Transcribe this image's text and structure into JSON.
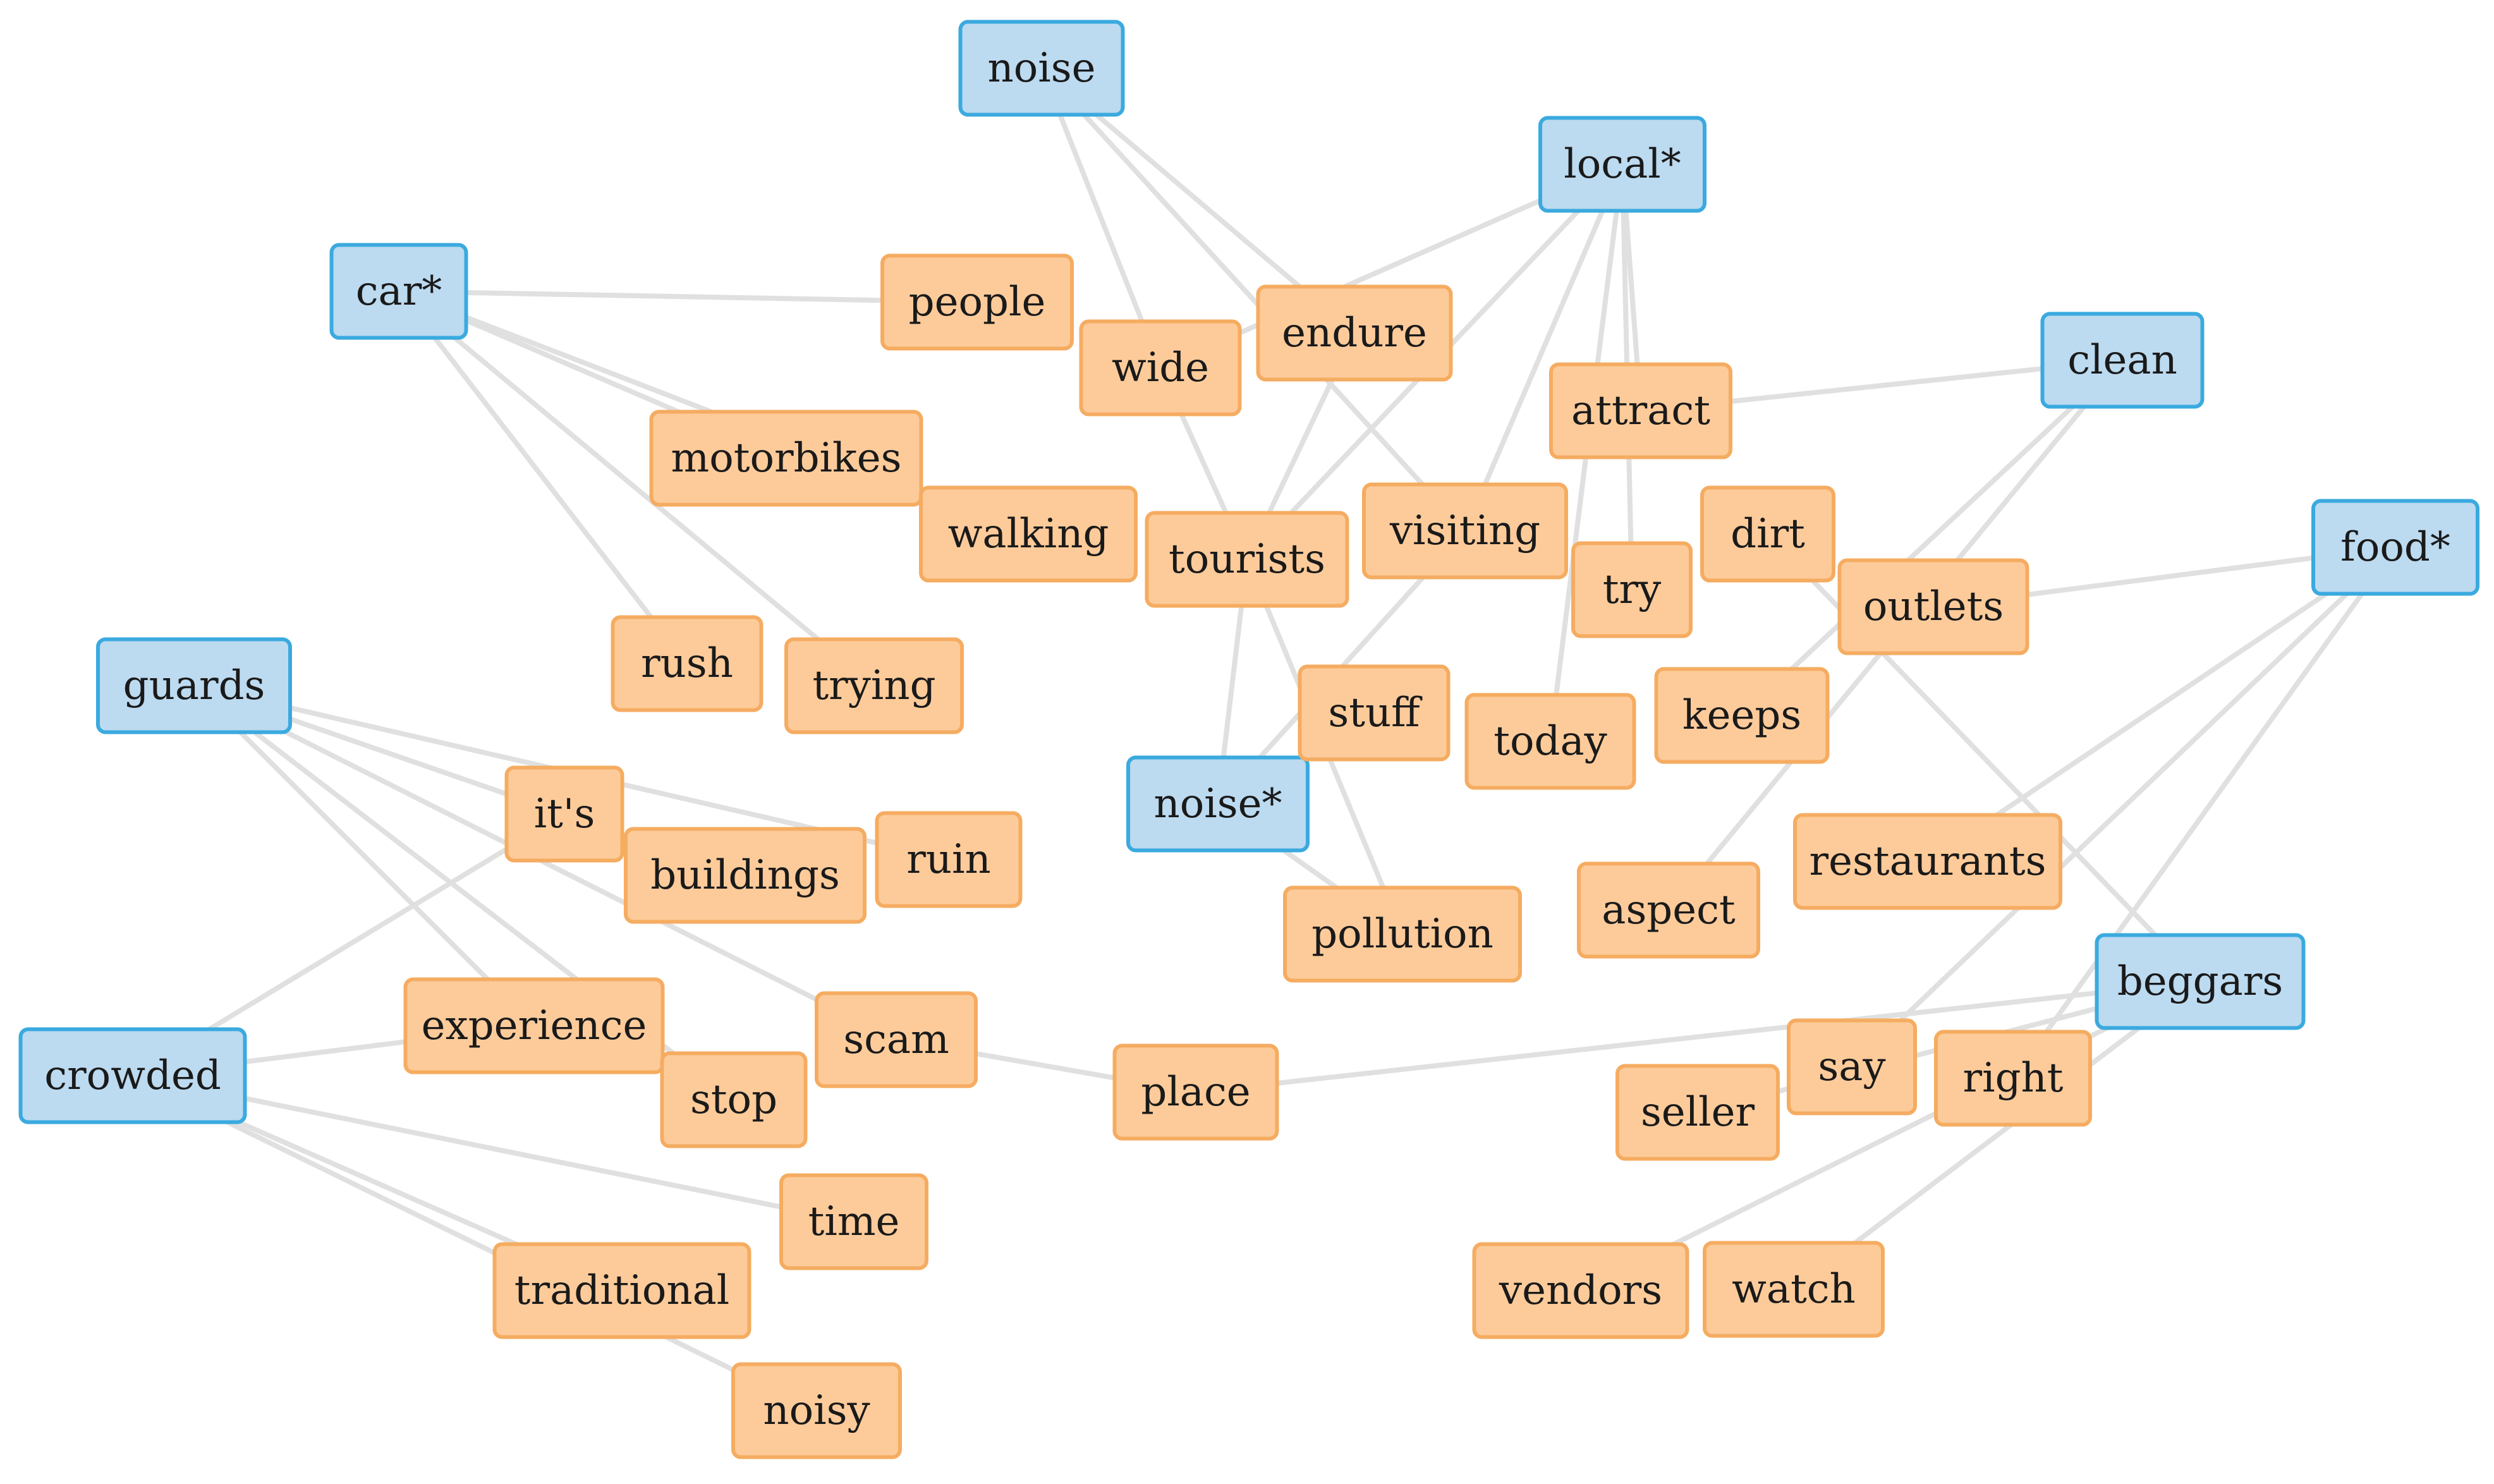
{
  "colors": {
    "primary_fill": "#bcdaf0",
    "primary_border": "#3aaadf",
    "secondary_fill": "#fdcb9a",
    "secondary_border": "#f5ac61",
    "edge": "#e0e0e0"
  },
  "nodes": [
    {
      "id": "noise",
      "label": "noise",
      "type": "primary"
    },
    {
      "id": "local",
      "label": "local*",
      "type": "primary"
    },
    {
      "id": "car",
      "label": "car*",
      "type": "primary"
    },
    {
      "id": "clean",
      "label": "clean",
      "type": "primary"
    },
    {
      "id": "food",
      "label": "food*",
      "type": "primary"
    },
    {
      "id": "guards",
      "label": "guards",
      "type": "primary"
    },
    {
      "id": "noise2",
      "label": "noise*",
      "type": "primary"
    },
    {
      "id": "crowded",
      "label": "crowded",
      "type": "primary"
    },
    {
      "id": "beggars",
      "label": "beggars",
      "type": "primary"
    },
    {
      "id": "people",
      "label": "people",
      "type": "secondary"
    },
    {
      "id": "wide",
      "label": "wide",
      "type": "secondary"
    },
    {
      "id": "endure",
      "label": "endure",
      "type": "secondary"
    },
    {
      "id": "attract",
      "label": "attract",
      "type": "secondary"
    },
    {
      "id": "motorbikes",
      "label": "motorbikes",
      "type": "secondary"
    },
    {
      "id": "walking",
      "label": "walking",
      "type": "secondary"
    },
    {
      "id": "tourists",
      "label": "tourists",
      "type": "secondary"
    },
    {
      "id": "visiting",
      "label": "visiting",
      "type": "secondary"
    },
    {
      "id": "dirt",
      "label": "dirt",
      "type": "secondary"
    },
    {
      "id": "try",
      "label": "try",
      "type": "secondary"
    },
    {
      "id": "outlets",
      "label": "outlets",
      "type": "secondary"
    },
    {
      "id": "rush",
      "label": "rush",
      "type": "secondary"
    },
    {
      "id": "trying",
      "label": "trying",
      "type": "secondary"
    },
    {
      "id": "stuff",
      "label": "stuff",
      "type": "secondary"
    },
    {
      "id": "today",
      "label": "today",
      "type": "secondary"
    },
    {
      "id": "keeps",
      "label": "keeps",
      "type": "secondary"
    },
    {
      "id": "its",
      "label": "it's",
      "type": "secondary"
    },
    {
      "id": "buildings",
      "label": "buildings",
      "type": "secondary"
    },
    {
      "id": "ruin",
      "label": "ruin",
      "type": "secondary"
    },
    {
      "id": "restaurants",
      "label": "restaurants",
      "type": "secondary"
    },
    {
      "id": "aspect",
      "label": "aspect",
      "type": "secondary"
    },
    {
      "id": "pollution",
      "label": "pollution",
      "type": "secondary"
    },
    {
      "id": "experience",
      "label": "experience",
      "type": "secondary"
    },
    {
      "id": "scam",
      "label": "scam",
      "type": "secondary"
    },
    {
      "id": "stop",
      "label": "stop",
      "type": "secondary"
    },
    {
      "id": "place",
      "label": "place",
      "type": "secondary"
    },
    {
      "id": "say",
      "label": "say",
      "type": "secondary"
    },
    {
      "id": "seller",
      "label": "seller",
      "type": "secondary"
    },
    {
      "id": "right",
      "label": "right",
      "type": "secondary"
    },
    {
      "id": "time",
      "label": "time",
      "type": "secondary"
    },
    {
      "id": "traditional",
      "label": "traditional",
      "type": "secondary"
    },
    {
      "id": "vendors",
      "label": "vendors",
      "type": "secondary"
    },
    {
      "id": "watch",
      "label": "watch",
      "type": "secondary"
    },
    {
      "id": "noisy",
      "label": "noisy",
      "type": "secondary"
    }
  ],
  "edges": [
    [
      "noise",
      "wide"
    ],
    [
      "noise",
      "endure"
    ],
    [
      "noise",
      "visiting"
    ],
    [
      "local",
      "wide"
    ],
    [
      "local",
      "tourists"
    ],
    [
      "local",
      "visiting"
    ],
    [
      "local",
      "attract"
    ],
    [
      "local",
      "try"
    ],
    [
      "local",
      "today"
    ],
    [
      "car",
      "people"
    ],
    [
      "car",
      "motorbikes"
    ],
    [
      "car",
      "walking"
    ],
    [
      "car",
      "rush"
    ],
    [
      "car",
      "trying"
    ],
    [
      "clean",
      "attract"
    ],
    [
      "clean",
      "keeps"
    ],
    [
      "clean",
      "aspect"
    ],
    [
      "food",
      "outlets"
    ],
    [
      "food",
      "restaurants"
    ],
    [
      "food",
      "say"
    ],
    [
      "food",
      "right"
    ],
    [
      "guards",
      "its"
    ],
    [
      "guards",
      "ruin"
    ],
    [
      "guards",
      "scam"
    ],
    [
      "guards",
      "experience"
    ],
    [
      "guards",
      "stop"
    ],
    [
      "crowded",
      "its"
    ],
    [
      "crowded",
      "experience"
    ],
    [
      "crowded",
      "time"
    ],
    [
      "crowded",
      "traditional"
    ],
    [
      "crowded",
      "noisy"
    ],
    [
      "noise2",
      "tourists"
    ],
    [
      "noise2",
      "visiting"
    ],
    [
      "noise2",
      "pollution"
    ],
    [
      "beggars",
      "place"
    ],
    [
      "beggars",
      "seller"
    ],
    [
      "beggars",
      "vendors"
    ],
    [
      "beggars",
      "watch"
    ],
    [
      "beggars",
      "dirt"
    ],
    [
      "endure",
      "tourists"
    ],
    [
      "wide",
      "tourists"
    ],
    [
      "tourists",
      "pollution"
    ],
    [
      "scam",
      "place"
    ]
  ]
}
